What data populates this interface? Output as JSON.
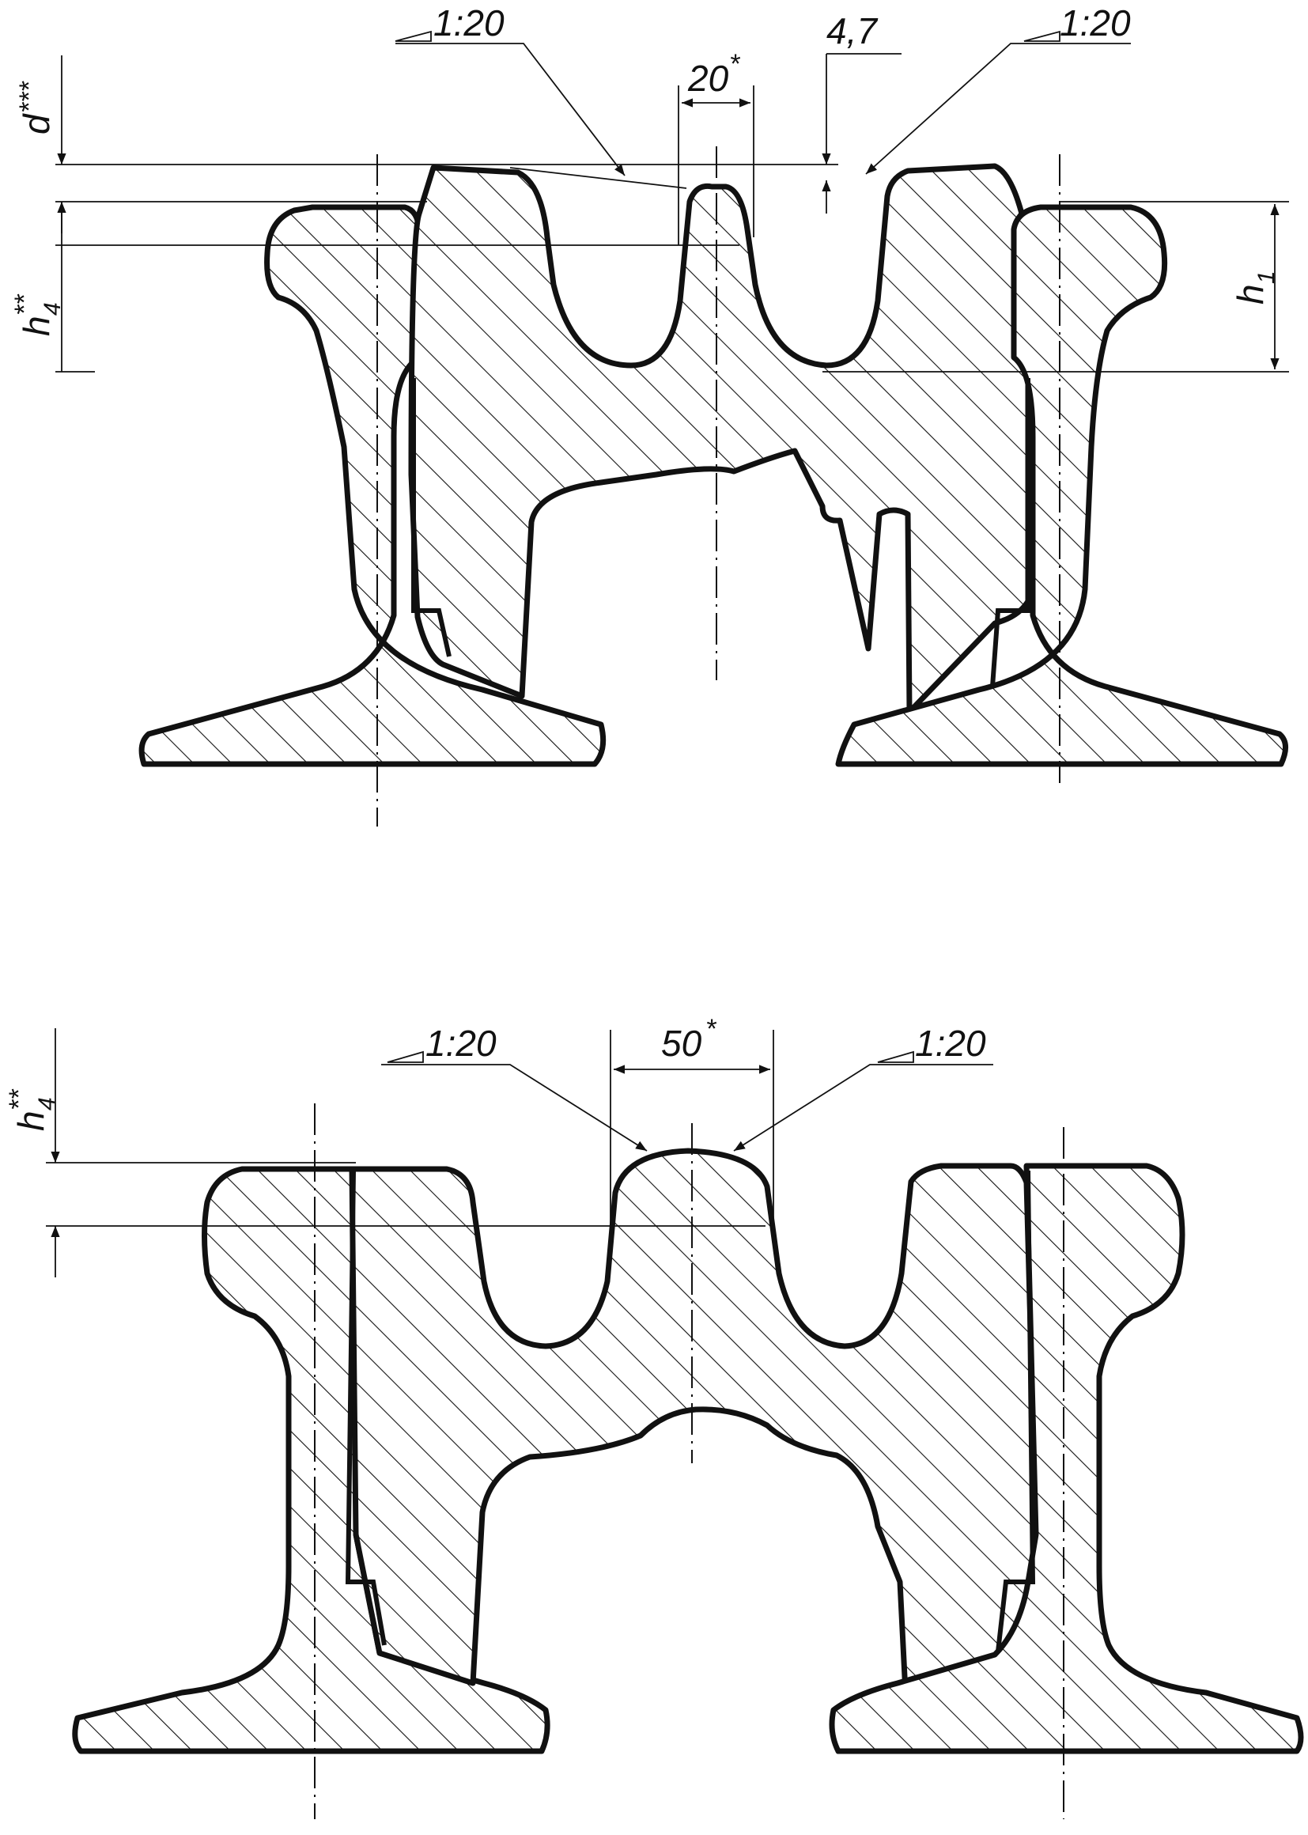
{
  "top_view": {
    "slope_left": "1:20",
    "slope_right": "1:20",
    "dim_gap": "20",
    "dim_gap_mark": "*",
    "dim_offset": "4,7",
    "label_d": "d",
    "label_d_mark": "***",
    "label_h4": "h",
    "label_h4_sub": "4",
    "label_h4_mark": "**",
    "label_h1": "h",
    "label_h1_sub": "1"
  },
  "bottom_view": {
    "slope_left": "1:20",
    "slope_right": "1:20",
    "dim_gap": "50",
    "dim_gap_mark": "*",
    "label_h4": "h",
    "label_h4_sub": "4",
    "label_h4_mark": "**"
  },
  "symbols": {
    "slope_icon": "slope-triangle-icon",
    "dimension_arrow": "arrowhead-icon"
  }
}
